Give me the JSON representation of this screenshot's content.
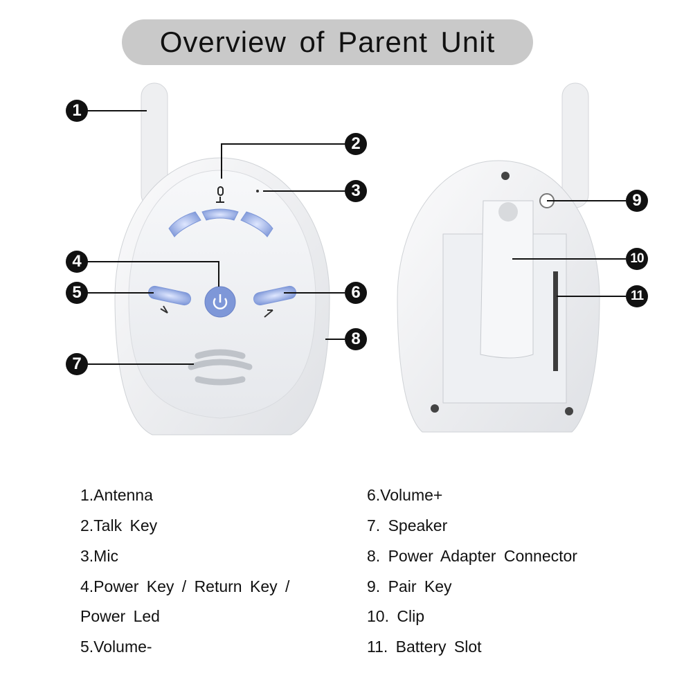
{
  "title": "Overview of Parent Unit",
  "callouts": [
    "1",
    "2",
    "3",
    "4",
    "5",
    "6",
    "7",
    "8",
    "9",
    "10",
    "11"
  ],
  "legend": {
    "left": [
      "1.Antenna",
      "2.Talk Key",
      "3.Mic",
      "4.Power Key / Return Key /",
      "Power Led",
      "5.Volume-"
    ],
    "right": [
      "6.Volume+",
      "7. Speaker",
      "8. Power Adapter Connector",
      "9. Pair Key",
      "10. Clip",
      "11. Battery Slot"
    ]
  },
  "colors": {
    "pill": "#c9c9c9",
    "device": "#f2f3f5",
    "button_blue": "#7e97d8",
    "callout": "#111111"
  }
}
